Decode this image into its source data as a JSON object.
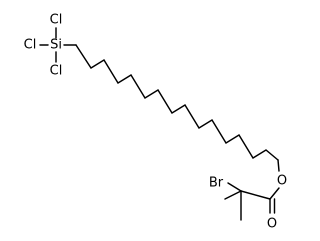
{
  "molecule": {
    "atoms": {
      "cl_top": "Cl",
      "cl_left": "Cl",
      "si": "Si",
      "cl_bottom": "Cl",
      "oxygen": "O",
      "bromine": "Br",
      "carbonyl_oxygen": "O"
    },
    "colors": {
      "bond": "#000000",
      "label": "#000000",
      "background": "#ffffff"
    }
  }
}
